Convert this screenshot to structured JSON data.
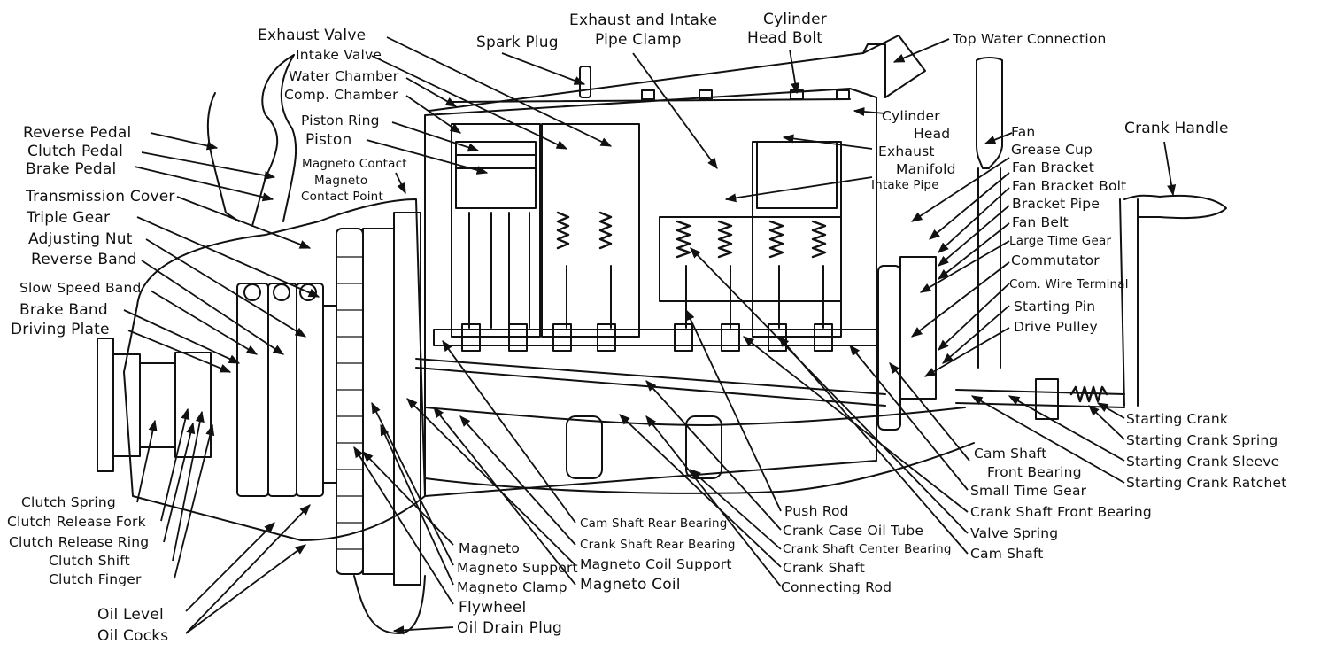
{
  "diagram": {
    "title": "Engine and transmission cut-away with labeled parts",
    "line_color": "#111111",
    "background": "#ffffff",
    "labels": {
      "exhaust_valve": "Exhaust Valve",
      "intake_valve": "Intake Valve",
      "water_chamber": "Water Chamber",
      "comp_chamber": "Comp. Chamber",
      "piston_ring": "Piston Ring",
      "piston": "Piston",
      "magneto_contact": "Magneto Contact",
      "magneto_contact_point_1": "Magneto",
      "magneto_contact_point_2": "Contact Point",
      "spark_plug": "Spark Plug",
      "pipe_clamp_1": "Exhaust and Intake",
      "pipe_clamp_2": "Pipe Clamp",
      "head_bolt_1": "Cylinder",
      "head_bolt_2": "Head Bolt",
      "top_water_connection": "Top Water Connection",
      "cylinder_head_1": "Cylinder",
      "cylinder_head_2": "Head",
      "exhaust_manifold_1": "Exhaust",
      "exhaust_manifold_2": "Manifold",
      "intake_pipe": "Intake Pipe",
      "fan": "Fan",
      "grease_cup": "Grease Cup",
      "fan_bracket": "Fan Bracket",
      "fan_bracket_bolt": "Fan Bracket Bolt",
      "bracket_pipe": "Bracket Pipe",
      "fan_belt": "Fan Belt",
      "large_time_gear": "Large Time Gear",
      "commutator": "Commutator",
      "com_wire_terminal": "Com. Wire Terminal",
      "starting_pin": "Starting Pin",
      "drive_pulley": "Drive Pulley",
      "crank_handle": "Crank Handle",
      "reverse_pedal": "Reverse Pedal",
      "clutch_pedal": "Clutch Pedal",
      "brake_pedal": "Brake Pedal",
      "transmission_cover": "Transmission Cover",
      "triple_gear": "Triple Gear",
      "adjusting_nut": "Adjusting Nut",
      "reverse_band": "Reverse Band",
      "slow_speed_band": "Slow Speed Band",
      "brake_band": "Brake Band",
      "driving_plate": "Driving Plate",
      "clutch_spring": "Clutch Spring",
      "clutch_release_fork": "Clutch Release Fork",
      "clutch_release_ring": "Clutch Release Ring",
      "clutch_shift": "Clutch Shift",
      "clutch_finger": "Clutch Finger",
      "oil_level": "Oil Level",
      "oil_cocks": "Oil Cocks",
      "magneto": "Magneto",
      "magneto_support": "Magneto Support",
      "magneto_clamp": "Magneto Clamp",
      "flywheel": "Flywheel",
      "oil_drain_plug": "Oil Drain Plug",
      "cam_shaft_rear_bearing": "Cam Shaft Rear Bearing",
      "crank_shaft_rear_bearing": "Crank Shaft Rear Bearing",
      "magneto_coil_support": "Magneto Coil Support",
      "magneto_coil": "Magneto Coil",
      "push_rod": "Push Rod",
      "crank_case_oil_tube": "Crank Case Oil Tube",
      "crank_shaft_center_bearing": "Crank Shaft Center Bearing",
      "crank_shaft": "Crank Shaft",
      "connecting_rod": "Connecting Rod",
      "cam_shaft_front_bearing_1": "Cam Shaft",
      "cam_shaft_front_bearing_2": "Front Bearing",
      "small_time_gear": "Small Time Gear",
      "crank_shaft_front_bearing": "Crank Shaft Front Bearing",
      "valve_spring": "Valve Spring",
      "cam_shaft": "Cam Shaft",
      "starting_crank": "Starting Crank",
      "starting_crank_spring": "Starting Crank Spring",
      "starting_crank_sleeve": "Starting Crank Sleeve",
      "starting_crank_ratchet": "Starting Crank Ratchet"
    }
  }
}
